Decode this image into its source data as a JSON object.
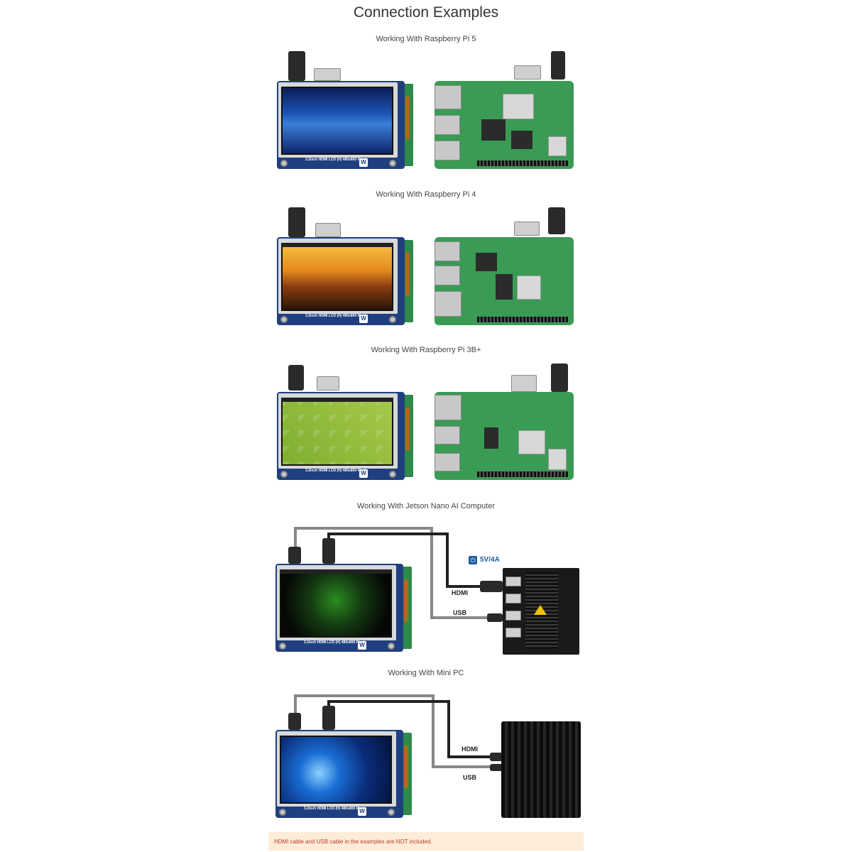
{
  "page": {
    "title": "Connection Examples"
  },
  "sections": [
    {
      "label": "Working With Raspberry Pi 5"
    },
    {
      "label": "Working With Raspberry Pi 4"
    },
    {
      "label": "Working With Raspberry Pi 3B+"
    },
    {
      "label": "Working With Jetson Nano AI Computer"
    },
    {
      "label": "Working With Mini PC"
    }
  ],
  "lcd": {
    "model": "3.2inch HDMI LCD (H)",
    "resolution": "480x800 Pixels"
  },
  "cables": {
    "hdmi": "HDMI",
    "usb": "USB"
  },
  "power": {
    "label": "5V/4A",
    "icon": "power-icon"
  },
  "note": {
    "text": "HDMI cable and USB cable in the examples are NOT included.",
    "color": "#c0392b"
  },
  "colors": {
    "pcb_blue": "#1f3f80",
    "rpi_green": "#3a9b54",
    "accent_blue": "#1e5aa0"
  }
}
